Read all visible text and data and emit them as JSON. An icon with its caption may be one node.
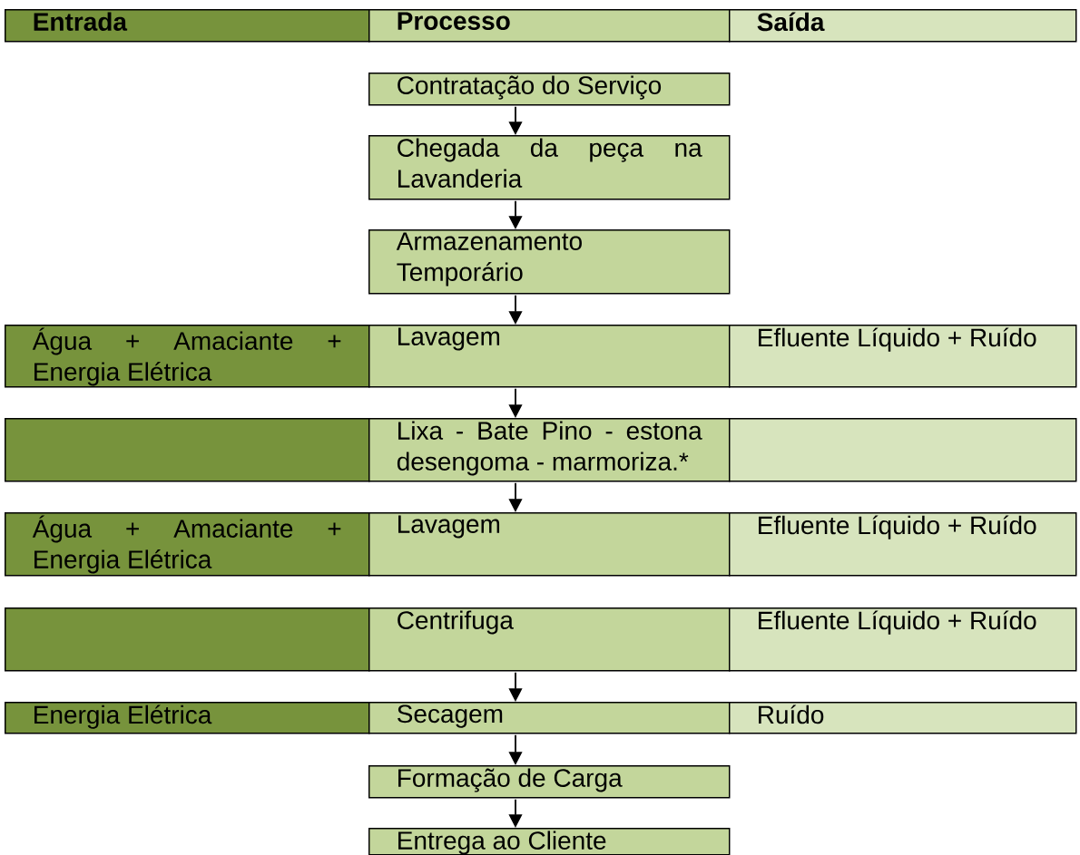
{
  "diagram": {
    "nodes": [
      {
        "text": [
          "Entrada"
        ]
      },
      {
        "text": [
          "Processo"
        ]
      },
      {
        "text": [
          "Saída"
        ]
      },
      {
        "text": [
          "Contratação do Serviço"
        ]
      },
      {
        "text": [
          "Chegada da peça na Lavanderia"
        ]
      },
      {
        "text": [
          "Armazenamento Temporário"
        ]
      },
      {
        "text": [
          "Água + Amaciante + Energia Elétrica"
        ]
      },
      {
        "text": [
          "Lavagem"
        ]
      },
      {
        "text": [
          "Efluente Líquido + Ruído"
        ]
      },
      {
        "text": [],
        "shape": "box"
      },
      {
        "text": [
          "Lixa - Bate Pino - estona desengoma - marmoriza.*"
        ]
      },
      {
        "text": [],
        "shape": "box"
      },
      {
        "text": [
          "Água + Amaciante + Energia Elétrica"
        ]
      },
      {
        "text": [
          "Lavagem"
        ]
      },
      {
        "text": [
          "Efluente Líquido + Ruído"
        ]
      },
      {
        "text": [],
        "shape": "box"
      },
      {
        "text": [
          "Centrifuga"
        ]
      },
      {
        "text": [
          "Efluente Líquido + Ruído"
        ]
      },
      {
        "text": [
          "Energia Elétrica"
        ]
      },
      {
        "text": [
          "Secagem"
        ]
      },
      {
        "text": [
          "Ruído"
        ]
      },
      {
        "text": [
          "Formação de Carga"
        ]
      },
      {
        "text": [
          "Entrega ao Cliente"
        ]
      }
    ],
    "edges": [
      {
        "from": 3,
        "to": 4,
        "arrow": "to"
      },
      {
        "from": 4,
        "to": 5,
        "arrow": "to"
      },
      {
        "from": 5,
        "to": 7,
        "arrow": "to"
      },
      {
        "from": 7,
        "to": 10,
        "arrow": "to"
      },
      {
        "from": 10,
        "to": 13,
        "arrow": "to"
      },
      {
        "from": 16,
        "to": 19,
        "arrow": "to"
      },
      {
        "from": 19,
        "to": 21,
        "arrow": "to"
      },
      {
        "from": 21,
        "to": 22,
        "arrow": "to"
      }
    ]
  }
}
